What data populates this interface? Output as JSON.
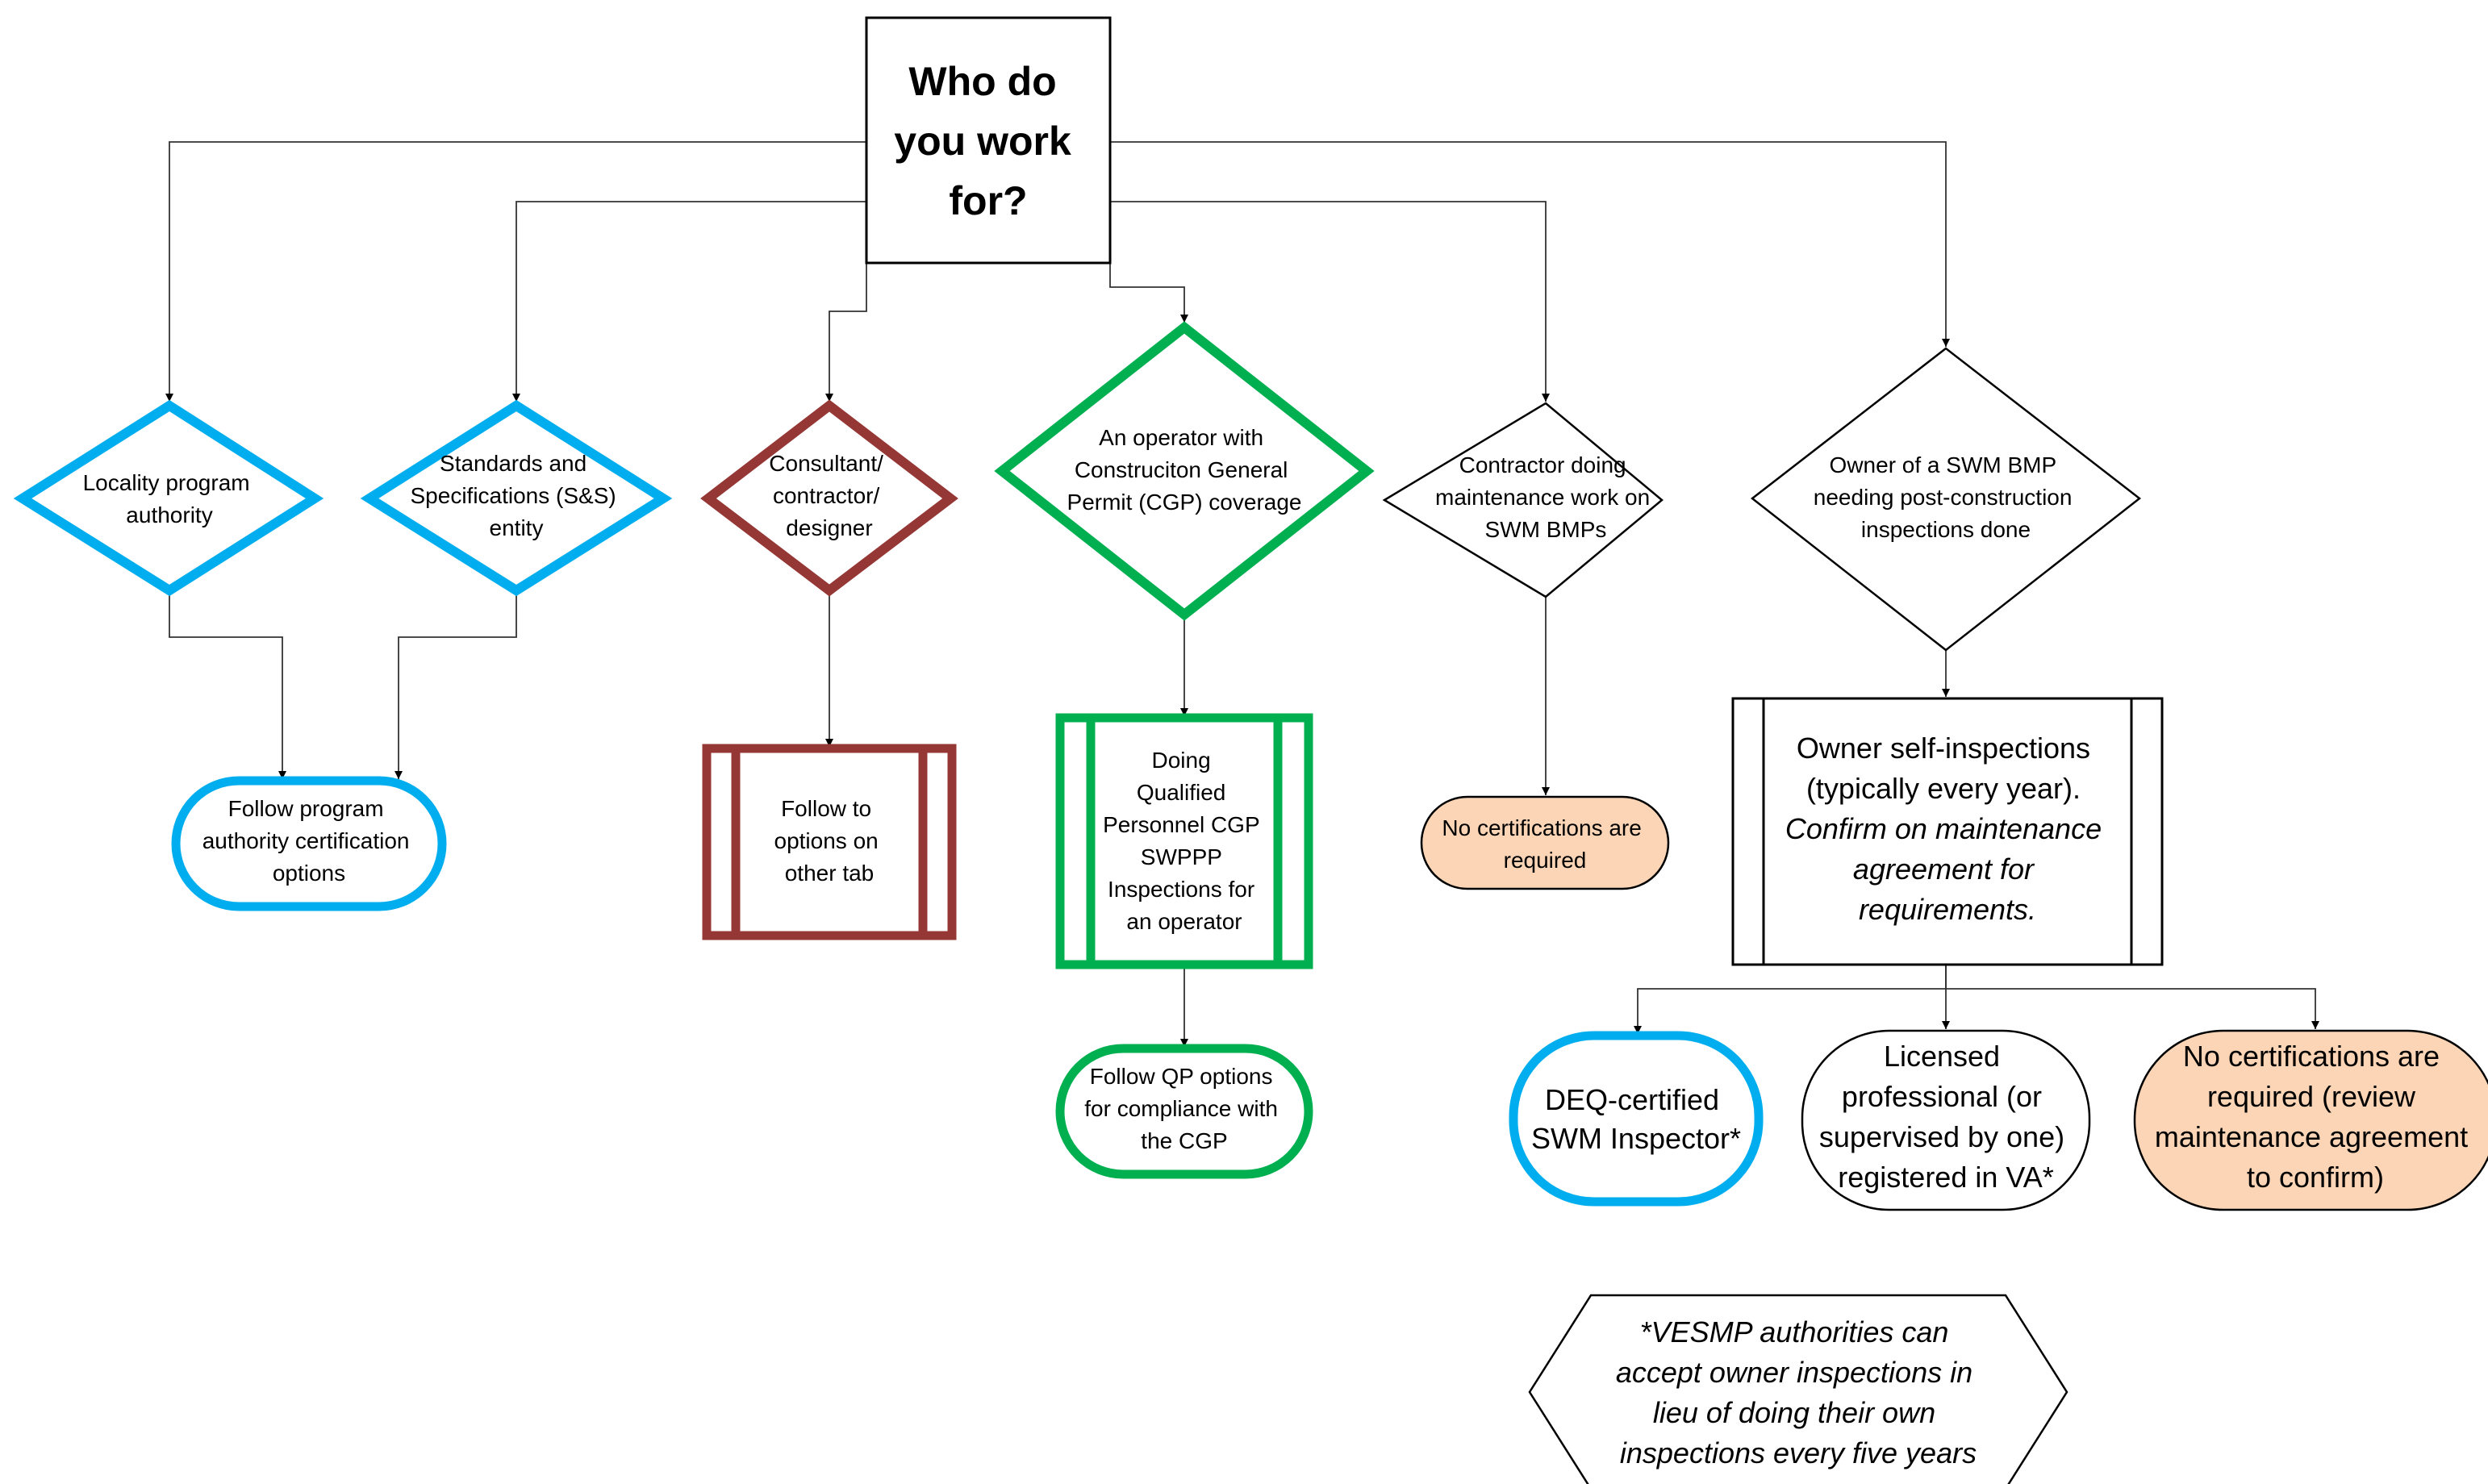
{
  "colors": {
    "blue": "#00aeef",
    "brown": "#953735",
    "green": "#00b050",
    "peach": "#fbd5b5",
    "black": "#000000"
  },
  "nodes": {
    "root": [
      "Who do",
      "you work",
      "for?"
    ],
    "locality": [
      "Locality program",
      "authority"
    ],
    "ss_entity": [
      "Standards and",
      "Specifications (S&S)",
      "entity"
    ],
    "consultant": [
      "Consultant/",
      "contractor/",
      "designer"
    ],
    "operator": [
      "An operator with",
      "Construciton General",
      "Permit (CGP) coverage"
    ],
    "contractor_maint": [
      "Contractor doing",
      "maintenance work on",
      "SWM BMPs"
    ],
    "owner_bmp": [
      "Owner of a SWM BMP",
      "needing post-construction",
      "inspections done"
    ],
    "follow_program": [
      "Follow program",
      "authority certification",
      "options"
    ],
    "follow_other_tab": [
      "Follow to",
      "options on",
      "other tab"
    ],
    "doing_qp": [
      "Doing",
      "Qualified",
      "Personnel CGP",
      "SWPPP",
      "Inspections for",
      "an operator"
    ],
    "follow_qp": [
      "Follow QP options",
      "for compliance with",
      "the CGP"
    ],
    "no_cert_contractor": [
      "No certifications are",
      "required"
    ],
    "owner_self": [
      "Owner self-inspections",
      "(typically every year).",
      "Confirm on maintenance",
      "agreement for",
      "requirements."
    ],
    "deq_inspector": [
      "DEQ-certified",
      "SWM Inspector*"
    ],
    "licensed_pro": [
      "Licensed",
      "professional (or",
      "supervised by one)",
      "registered in VA*"
    ],
    "no_cert_owner": [
      "No certifications are",
      "required (review",
      "maintenance agreement",
      "to confirm)"
    ],
    "footnote": [
      "*VESMP authorities can",
      "accept owner inspections in",
      "lieu of doing their own",
      "inspections every five years"
    ]
  }
}
